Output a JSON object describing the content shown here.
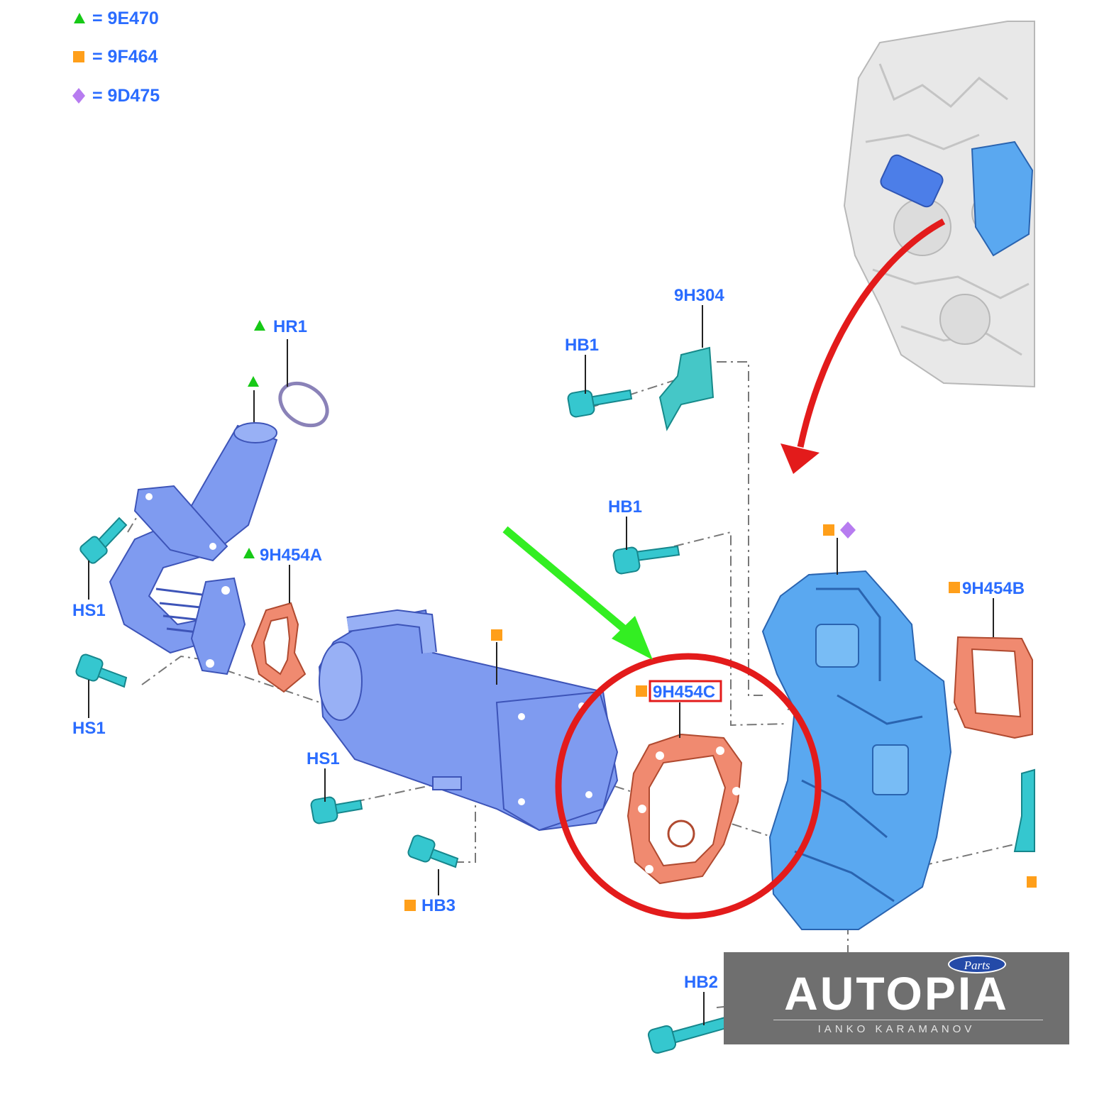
{
  "legend": [
    {
      "code": "= 9E470",
      "marker": "triangle",
      "color": "#17c917"
    },
    {
      "code": "= 9F464",
      "marker": "square",
      "color": "#ff9f1a"
    },
    {
      "code": "= 9D475",
      "marker": "diamond",
      "color": "#b77cf0"
    }
  ],
  "labels": {
    "hr1": "HR1",
    "hs1_upper": "HS1",
    "hs1_lower": "HS1",
    "hs1_mid": "HS1",
    "p9h454a": "9H454A",
    "p9h304": "9H304",
    "hb1_upper": "HB1",
    "hb1_lower": "HB1",
    "hb3": "HB3",
    "hb2": "HB2",
    "p9h454b": "9H454B",
    "p9h454c": "9H454C"
  },
  "colors": {
    "marker_triangle": "#17c917",
    "marker_square": "#ff9f1a",
    "marker_diamond": "#b77cf0",
    "highlight_circle": "#e31b1b",
    "green_arrow": "#33ee22",
    "red_arrow": "#e31b1b"
  },
  "logo": {
    "badge": "Parts",
    "title": "AUTOPIA",
    "subtitle": "IANKO KARAMANOV"
  }
}
